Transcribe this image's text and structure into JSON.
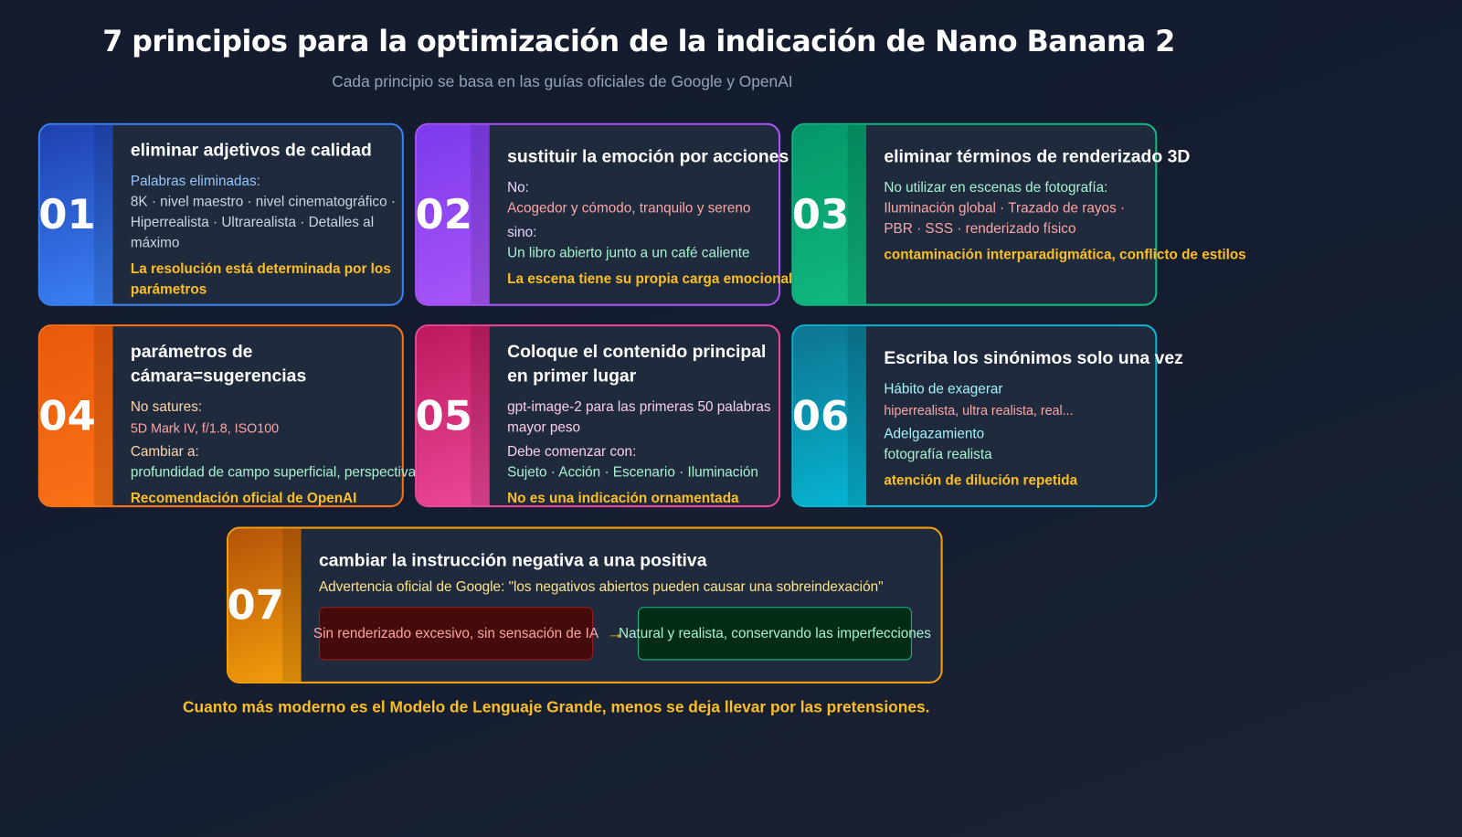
{
  "header": {
    "title": "7 principios para la optimización de la indicación de Nano Banana 2",
    "subtitle": "Cada principio se basa en las guías oficiales de Google y OpenAI"
  },
  "cards": [
    {
      "number": "01",
      "title": "eliminar adjetivos de calidad",
      "accent": "#3b82f6",
      "accent_dark": "#1e40af",
      "lines": [
        {
          "kind": "label",
          "text": "Palabras eliminadas:",
          "color": "#93c5fd"
        },
        {
          "kind": "item",
          "text": "8K · nivel maestro · nivel cinematográfico ·",
          "color": "#cbd5e1"
        },
        {
          "kind": "item",
          "text": "Hiperrealista · Ultrarealista · Detalles al máximo",
          "color": "#cbd5e1"
        },
        {
          "kind": "note",
          "text": "La resolución está determinada por los parámetros",
          "color": "#fbbf24"
        }
      ]
    },
    {
      "number": "02",
      "title": "sustituir la emoción por acciones",
      "accent": "#a855f7",
      "accent_dark": "#7c3aed",
      "lines": [
        {
          "kind": "label",
          "text": "No:",
          "color": "#e9d5ff"
        },
        {
          "kind": "item",
          "text": "Acogedor y cómodo, tranquilo y sereno",
          "color": "#fca5a5"
        },
        {
          "kind": "label",
          "text": "sino:",
          "color": "#e9d5ff"
        },
        {
          "kind": "item",
          "text": "Un libro abierto junto a un café caliente",
          "color": "#a7f3d0"
        },
        {
          "kind": "note",
          "text": "La escena tiene su propia carga emocional",
          "color": "#fbbf24"
        }
      ]
    },
    {
      "number": "03",
      "title": "eliminar términos de renderizado 3D",
      "accent": "#10b981",
      "accent_dark": "#059669",
      "lines": [
        {
          "kind": "label",
          "text": "No utilizar en escenas de fotografía:",
          "color": "#a7f3d0"
        },
        {
          "kind": "item",
          "text": "Iluminación global · Trazado de rayos ·",
          "color": "#fca5a5"
        },
        {
          "kind": "item",
          "text": "PBR · SSS · renderizado físico",
          "color": "#fca5a5"
        },
        {
          "kind": "note",
          "text": "contaminación interparadigmática, conflicto de estilos",
          "color": "#fbbf24"
        }
      ]
    },
    {
      "number": "04",
      "title": "parámetros de cámara=sugerencias",
      "accent": "#f97316",
      "accent_dark": "#ea580c",
      "lines": [
        {
          "kind": "label",
          "text": "No satures:",
          "color": "#fed7aa"
        },
        {
          "kind": "item small",
          "text": "5D Mark IV, f/1.8, ISO100",
          "color": "#fca5a5"
        },
        {
          "kind": "label",
          "text": "Cambiar a:",
          "color": "#fed7aa"
        },
        {
          "kind": "item",
          "text": "profundidad de campo superficial, perspectiva",
          "color": "#a7f3d0"
        },
        {
          "kind": "note",
          "text": "Recomendación oficial de OpenAI",
          "color": "#fbbf24"
        }
      ]
    },
    {
      "number": "05",
      "title": "Coloque el contenido principal en primer lugar",
      "accent": "#ec4899",
      "accent_dark": "#be185d",
      "lines": [
        {
          "kind": "item",
          "text": "gpt-image-2 para las primeras 50 palabras",
          "color": "#fbcfe8"
        },
        {
          "kind": "item",
          "text": "mayor peso",
          "color": "#fbcfe8"
        },
        {
          "kind": "label",
          "text": "Debe comenzar con:",
          "color": "#fbcfe8"
        },
        {
          "kind": "item",
          "text": "Sujeto · Acción · Escenario · Iluminación",
          "color": "#a7f3d0"
        },
        {
          "kind": "note",
          "text": "No es una indicación ornamentada",
          "color": "#fbbf24"
        }
      ]
    },
    {
      "number": "06",
      "title": "Escriba los sinónimos solo una vez",
      "accent": "#06b6d4",
      "accent_dark": "#0e7490",
      "lines": [
        {
          "kind": "label",
          "text": "Hábito de exagerar",
          "color": "#a5f3fc"
        },
        {
          "kind": "item small",
          "text": "hiperrealista, ultra realista, real...",
          "color": "#fca5a5"
        },
        {
          "kind": "label",
          "text": "Adelgazamiento",
          "color": "#a5f3fc"
        },
        {
          "kind": "item",
          "text": "fotografía realista",
          "color": "#a7f3d0"
        },
        {
          "kind": "note",
          "text": "atención de dilución repetida",
          "color": "#fbbf24"
        }
      ]
    }
  ],
  "card7": {
    "number": "07",
    "title": "cambiar la instrucción negativa a una positiva",
    "accent": "#f59e0b",
    "accent_dark": "#b45309",
    "warning": "Advertencia oficial de Google: \"los negativos abiertos pueden causar una sobreindexación\"",
    "negative": "Sin renderizado excesivo, sin sensación de IA",
    "arrow": "→",
    "positive": "Natural y realista, conservando las imperfecciones"
  },
  "footer": "Cuanto más moderno es el Modelo de Lenguaje Grande, menos se deja llevar por las pretensiones."
}
